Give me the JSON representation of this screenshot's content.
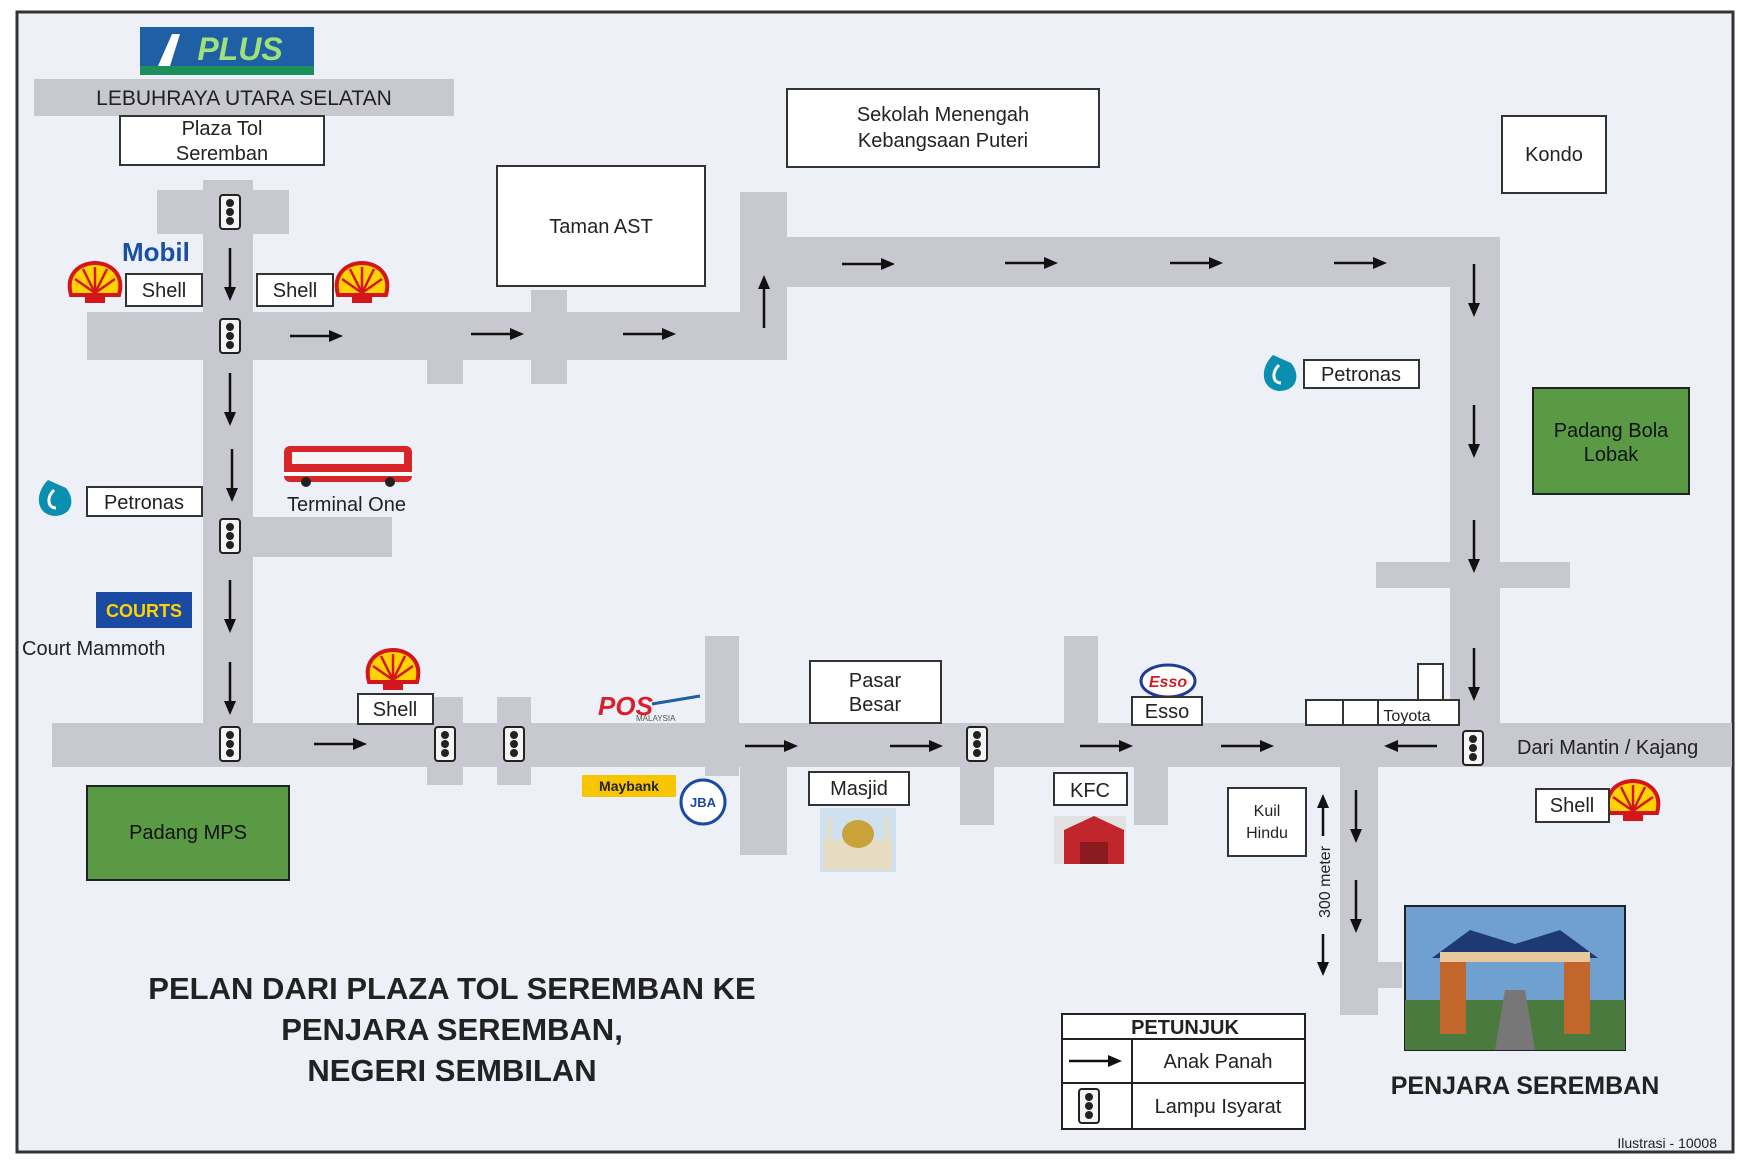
{
  "colors": {
    "paper": "#eef0f8",
    "road": "#c8c8d0",
    "green": "#5a9a45",
    "mobil_blue": "#1a4fa8",
    "shell_yellow": "#ffd200",
    "shell_red": "#d4161c",
    "petronas_teal": "#0a8fb0",
    "esso_blue": "#1f3c97",
    "esso_red": "#d11f2a",
    "pos_red": "#d81f2a",
    "maybank_yellow": "#f7c600",
    "courts_blue": "#1b4aa3",
    "plus_blue": "#1f5fa6",
    "plus_green": "#1d8f5a"
  },
  "brand": {
    "plus": "PLUS",
    "mobil": "Mobil",
    "courts": "COURTS",
    "pos": "POS",
    "pos_sub": "MALAYSIA",
    "maybank": "Maybank",
    "jba": "JBA",
    "esso_logo": "Esso"
  },
  "header": {
    "highway": "LEBUHRAYA UTARA SELATAN",
    "toll_line1": "Plaza Tol",
    "toll_line2": "Seremban"
  },
  "places": {
    "taman_ast": "Taman AST",
    "school_line1": "Sekolah Menengah",
    "school_line2": "Kebangsaan Puteri",
    "kondo": "Kondo",
    "padang_bola_line1": "Padang Bola",
    "padang_bola_line2": "Lobak",
    "shell_a": "Shell",
    "shell_b": "Shell",
    "shell_c": "Shell",
    "shell_d": "Shell",
    "petronas_a": "Petronas",
    "petronas_b": "Petronas",
    "terminal_one": "Terminal One",
    "court_mammoth": "Court Mammoth",
    "padang_mps": "Padang MPS",
    "pasar_line1": "Pasar",
    "pasar_line2": "Besar",
    "masjid": "Masjid",
    "esso": "Esso",
    "kfc": "KFC",
    "toyota": "Toyota",
    "dari_mantin": "Dari Mantin / Kajang",
    "kuil_line1": "Kuil",
    "kuil_line2": "Hindu",
    "distance": "300 meter",
    "penjara": "PENJARA SEREMBAN"
  },
  "title": {
    "line1": "PELAN DARI PLAZA TOL SEREMBAN KE",
    "line2": "PENJARA SEREMBAN,",
    "line3": "NEGERI SEMBILAN"
  },
  "legend": {
    "heading": "PETUNJUK",
    "arrow_label": "Anak Panah",
    "light_label": "Lampu Isyarat"
  },
  "footer": {
    "ref": "Ilustrasi - 10008"
  }
}
